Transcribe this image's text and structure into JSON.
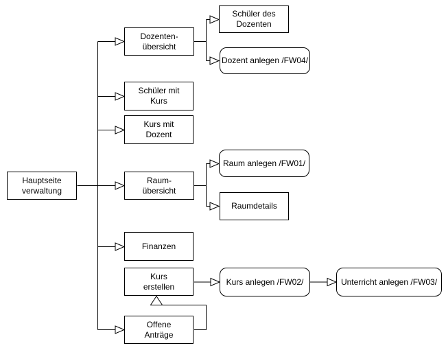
{
  "diagram": {
    "background_color": "#ffffff",
    "stroke_color": "#000000",
    "text_color": "#000000",
    "nodes": {
      "hauptseite_verwaltung": {
        "label": "Hauptseite\nverwaltung",
        "shape": "rect"
      },
      "dozenten_uebersicht": {
        "label": "Dozenten-\nübersicht",
        "shape": "rect"
      },
      "schueler_mit_kurs": {
        "label": "Schüler mit\nKurs",
        "shape": "rect"
      },
      "kurs_mit_dozent": {
        "label": "Kurs mit\nDozent",
        "shape": "rect"
      },
      "raum_uebersicht": {
        "label": "Raum-\nübersicht",
        "shape": "rect"
      },
      "finanzen": {
        "label": "Finanzen",
        "shape": "rect"
      },
      "kurs_erstellen": {
        "label": "Kurs\nerstellen",
        "shape": "rect"
      },
      "offene_antraege": {
        "label": "Offene\nAnträge",
        "shape": "rect"
      },
      "schueler_des_dozenten": {
        "label": "Schüler des\nDozenten",
        "shape": "rect"
      },
      "dozent_anlegen_fw04": {
        "label": "Dozent anlegen /FW04/",
        "shape": "rounded"
      },
      "raum_anlegen_fw01": {
        "label": "Raum anlegen /FW01/",
        "shape": "rounded"
      },
      "raumdetails": {
        "label": "Raumdetails",
        "shape": "rect"
      },
      "kurs_anlegen_fw02": {
        "label": "Kurs anlegen /FW02/",
        "shape": "rounded"
      },
      "unterricht_anlegen_fw03": {
        "label": "Unterricht anlegen /FW03/",
        "shape": "rounded"
      }
    },
    "edges": [
      {
        "from": "hauptseite_verwaltung",
        "to": "dozenten_uebersicht"
      },
      {
        "from": "hauptseite_verwaltung",
        "to": "schueler_mit_kurs"
      },
      {
        "from": "hauptseite_verwaltung",
        "to": "kurs_mit_dozent"
      },
      {
        "from": "hauptseite_verwaltung",
        "to": "raum_uebersicht"
      },
      {
        "from": "hauptseite_verwaltung",
        "to": "finanzen"
      },
      {
        "from": "hauptseite_verwaltung",
        "to": "offene_antraege"
      },
      {
        "from": "dozenten_uebersicht",
        "to": "schueler_des_dozenten"
      },
      {
        "from": "dozenten_uebersicht",
        "to": "dozent_anlegen_fw04"
      },
      {
        "from": "raum_uebersicht",
        "to": "raum_anlegen_fw01"
      },
      {
        "from": "raum_uebersicht",
        "to": "raumdetails"
      },
      {
        "from": "kurs_erstellen",
        "to": "kurs_anlegen_fw02"
      },
      {
        "from": "kurs_anlegen_fw02",
        "to": "unterricht_anlegen_fw03"
      },
      {
        "from": "offene_antraege",
        "to": "kurs_erstellen"
      }
    ]
  }
}
